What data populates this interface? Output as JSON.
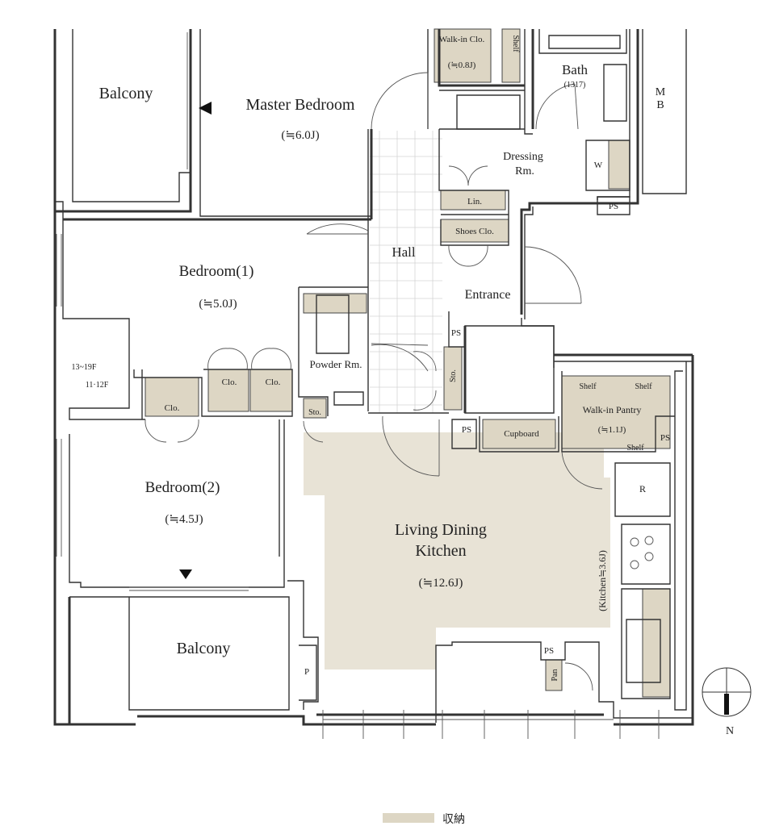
{
  "rooms": {
    "balcony_top": "Balcony",
    "master_bedroom": "Master Bedroom",
    "master_bedroom_size": "(≒6.0J)",
    "walkin_closet": "Walk-in Clo.",
    "walkin_closet_size": "(≒0.8J)",
    "shelf_vertical": "Shelf",
    "bath": "Bath",
    "bath_size": "(1317)",
    "mb": "M\nB",
    "dressing": "Dressing",
    "dressing_2": "Rm.",
    "w": "W",
    "ps_top": "PS",
    "linen": "Lin.",
    "shoes_closet": "Shoes Clo.",
    "hall": "Hall",
    "entrance": "Entrance",
    "bedroom1": "Bedroom(1)",
    "bedroom1_size": "(≒5.0J)",
    "powder": "Powder Rm.",
    "ps_entrance": "PS",
    "sto_vertical": "Sto.",
    "floor_note_1": "13~19F",
    "floor_note_2": "11·12F",
    "clo_1": "Clo.",
    "clo_2": "Clo.",
    "clo_3": "Clo.",
    "sto_small": "Sto.",
    "ps_mid": "PS",
    "cupboard": "Cupboard",
    "shelf_1": "Shelf",
    "shelf_2": "Shelf",
    "walkin_pantry": "Walk-in Pantry",
    "walkin_pantry_size": "(≒1.1J)",
    "shelf_3": "Shelf",
    "ps_right": "PS",
    "r": "R",
    "bedroom2": "Bedroom(2)",
    "bedroom2_size": "(≒4.5J)",
    "ldk_1": "Living Dining",
    "ldk_2": "Kitchen",
    "ldk_size": "(≒12.6J)",
    "kitchen_size": "(Kitchen≒3.6J)",
    "balcony_bottom": "Balcony",
    "p": "P",
    "ps_bottom": "PS",
    "pan": "Pan",
    "north": "N"
  },
  "legend": {
    "label": "収納",
    "color": "#ddd6c4"
  },
  "colors": {
    "storage": "#ddd6c4",
    "ldk_floor": "#e8e3d6",
    "wall": "#333333"
  }
}
